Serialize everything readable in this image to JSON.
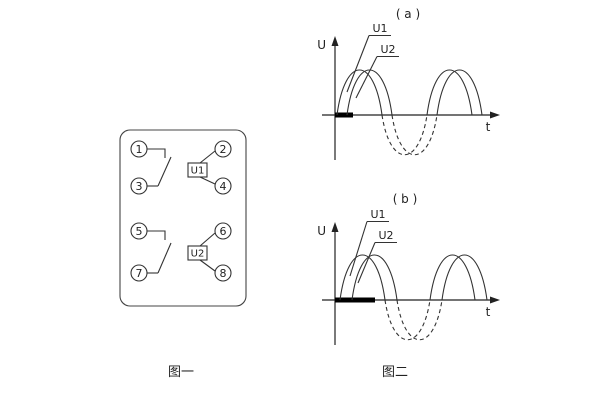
{
  "figure1": {
    "caption": "图一",
    "terminals": [
      "1",
      "2",
      "3",
      "4",
      "5",
      "6",
      "7",
      "8"
    ],
    "relays": [
      {
        "label": "U1"
      },
      {
        "label": "U2"
      }
    ]
  },
  "figure2": {
    "caption": "图二",
    "line_color": "#333333",
    "plots": [
      {
        "title": "( a )",
        "y_label": "U",
        "x_label": "t",
        "curve1_label": "U1",
        "curve2_label": "U2"
      },
      {
        "title": "( b )",
        "y_label": "U",
        "x_label": "t",
        "curve1_label": "U1",
        "curve2_label": "U2"
      }
    ]
  }
}
